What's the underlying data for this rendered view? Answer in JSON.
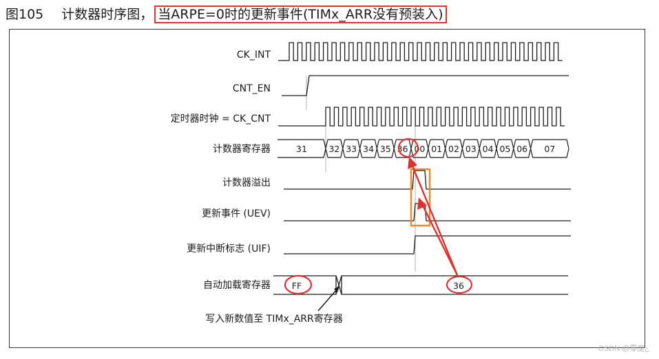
{
  "figure": {
    "number": "图105",
    "caption_part1": "计数器时序图，",
    "caption_part2": "当ARPE=0时的更新事件(TIMx_ARR没有预装入)"
  },
  "signals": {
    "ck_int": "CK_INT",
    "cnt_en": "CNT_EN",
    "ck_cnt": "定时器时钟 = CK_CNT",
    "counter": "计数器寄存器",
    "overflow": "计数器溢出",
    "uev": "更新事件 (UEV)",
    "uif": "更新中断标志 (UIF)",
    "arr": "自动加载寄存器"
  },
  "counter_values": [
    "31",
    "32",
    "33",
    "34",
    "35",
    "36",
    "00",
    "01",
    "02",
    "03",
    "04",
    "05",
    "06",
    "07"
  ],
  "arr_values": [
    "FF",
    "36"
  ],
  "annotation": "写入新数值至 TIMx_ARR寄存器",
  "watermark": "CSDN @零度¿",
  "colors": {
    "highlight_red": "#e0312f",
    "highlight_orange": "#f0892a",
    "guide_line": "#b0b0b0",
    "trace": "#1a1a1a"
  }
}
